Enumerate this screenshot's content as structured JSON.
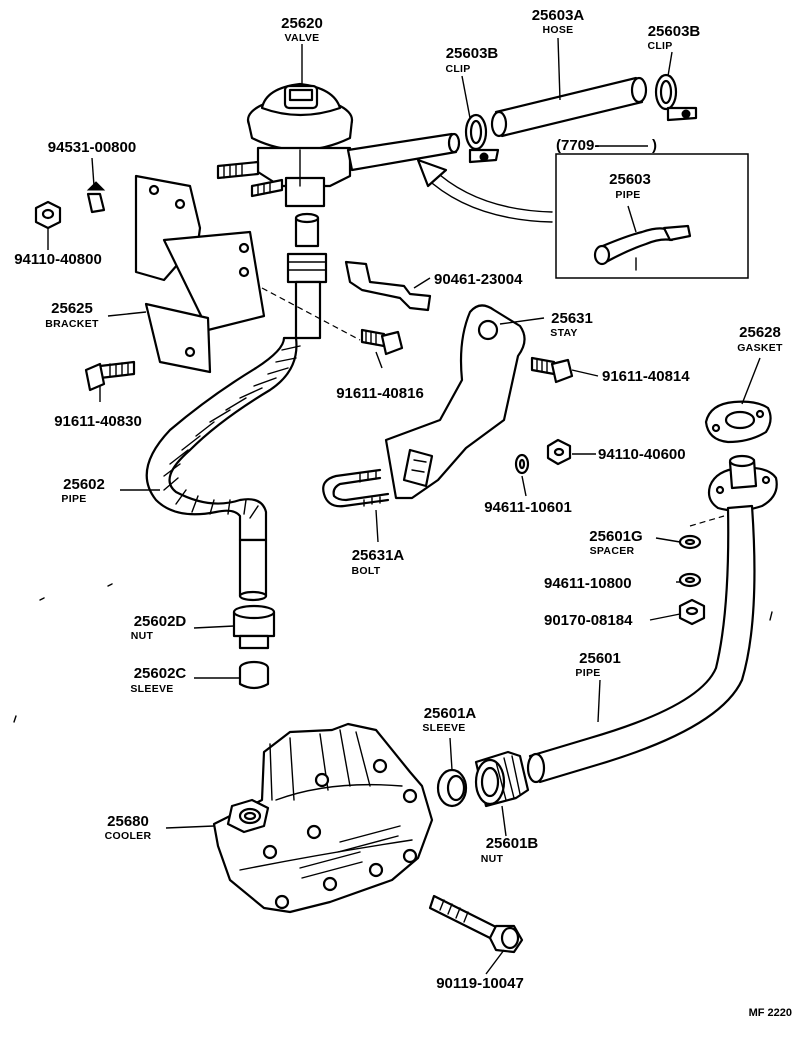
{
  "parts": [
    {
      "id": "valve",
      "number": "25620",
      "name": "VALVE"
    },
    {
      "id": "hose",
      "number": "25603A",
      "name": "HOSE"
    },
    {
      "id": "clip-left",
      "number": "25603B",
      "name": "CLIP"
    },
    {
      "id": "clip-right",
      "number": "25603B",
      "name": "CLIP"
    },
    {
      "id": "inset-range",
      "number": "(7709-",
      "name": ")"
    },
    {
      "id": "inset-pipe",
      "number": "25603",
      "name": "PIPE"
    },
    {
      "id": "screw-94531",
      "number": "94531-00800",
      "name": ""
    },
    {
      "id": "nut-94110-40800",
      "number": "94110-40800",
      "name": ""
    },
    {
      "id": "clamp-90461",
      "number": "90461-23004",
      "name": ""
    },
    {
      "id": "bracket",
      "number": "25625",
      "name": "BRACKET"
    },
    {
      "id": "stay",
      "number": "25631",
      "name": "STAY"
    },
    {
      "id": "gasket",
      "number": "25628",
      "name": "GASKET"
    },
    {
      "id": "bolt-91611-40814",
      "number": "91611-40814",
      "name": ""
    },
    {
      "id": "bolt-91611-40816",
      "number": "91611-40816",
      "name": ""
    },
    {
      "id": "bolt-91611-40830",
      "number": "91611-40830",
      "name": ""
    },
    {
      "id": "nut-94110-40600",
      "number": "94110-40600",
      "name": ""
    },
    {
      "id": "washer-94611-10601",
      "number": "94611-10601",
      "name": ""
    },
    {
      "id": "pipe-25602",
      "number": "25602",
      "name": "PIPE"
    },
    {
      "id": "ubolt",
      "number": "25631A",
      "name": "BOLT"
    },
    {
      "id": "spacer",
      "number": "25601G",
      "name": "SPACER"
    },
    {
      "id": "washer-94611-10800",
      "number": "94611-10800",
      "name": ""
    },
    {
      "id": "nut-90170",
      "number": "90170-08184",
      "name": ""
    },
    {
      "id": "nut-25602d",
      "number": "25602D",
      "name": "NUT"
    },
    {
      "id": "sleeve-25602c",
      "number": "25602C",
      "name": "SLEEVE"
    },
    {
      "id": "pipe-25601",
      "number": "25601",
      "name": "PIPE"
    },
    {
      "id": "sleeve-25601a",
      "number": "25601A",
      "name": "SLEEVE"
    },
    {
      "id": "cooler",
      "number": "25680",
      "name": "COOLER"
    },
    {
      "id": "nut-25601b",
      "number": "25601B",
      "name": "NUT"
    },
    {
      "id": "bolt-90119",
      "number": "90119-10047",
      "name": ""
    }
  ],
  "figure_code": "MF 2220"
}
